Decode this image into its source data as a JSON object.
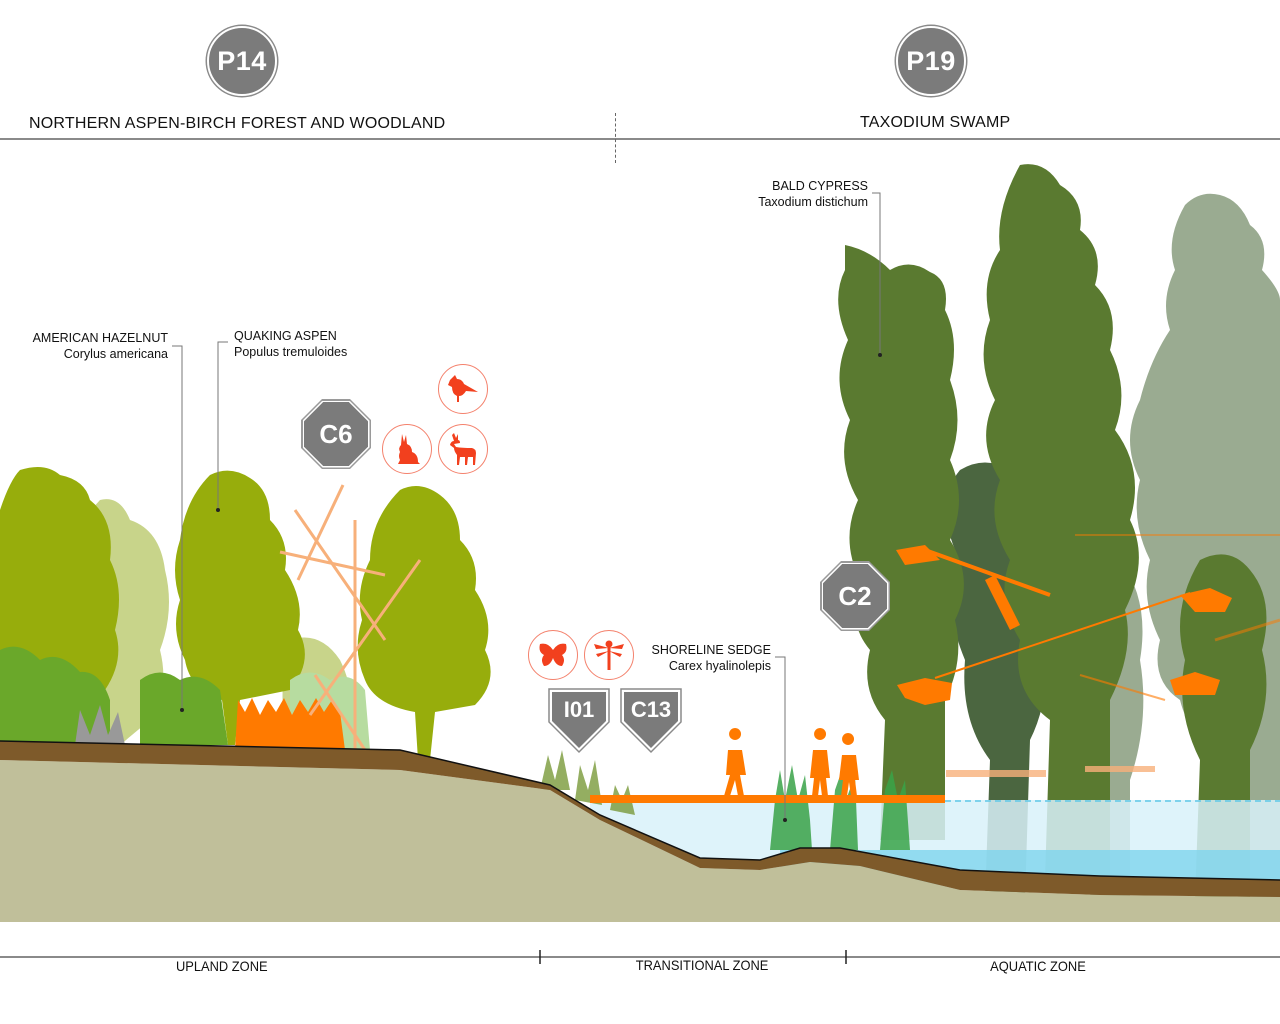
{
  "sections": [
    {
      "badge": "P14",
      "title": "NORTHERN ASPEN-BIRCH FOREST AND WOODLAND"
    },
    {
      "badge": "P19",
      "title": "TAXODIUM SWAMP"
    }
  ],
  "species_labels": [
    {
      "common": "AMERICAN HAZELNUT",
      "latin": "Corylus americana"
    },
    {
      "common": "QUAKING ASPEN",
      "latin": "Populus tremuloides"
    },
    {
      "common": "BALD CYPRESS",
      "latin": "Taxodium distichum"
    },
    {
      "common": "SHORELINE SEDGE",
      "latin": "Carex hyalinolepis"
    }
  ],
  "markers": {
    "octagons": [
      "C6",
      "C2"
    ],
    "shields": [
      "I01",
      "C13"
    ]
  },
  "wildlife_icons": [
    {
      "icon": "cardinal-bird-icon"
    },
    {
      "icon": "rabbit-icon"
    },
    {
      "icon": "deer-icon"
    },
    {
      "icon": "butterfly-icon"
    },
    {
      "icon": "dragonfly-icon"
    }
  ],
  "zones": [
    "UPLAND ZONE",
    "TRANSITIONAL ZONE",
    "AQUATIC ZONE"
  ],
  "colors": {
    "aspen_green": "#97ad0c",
    "pale_green": "#c8d48a",
    "shrub_green": "#6aa82a",
    "cypress_green": "#5a7a30",
    "dark_cypress": "#4b6640",
    "faded_cypress": "#9aab91",
    "accent_orange": "#ff7a00",
    "wildlife_red": "#f2401e",
    "soil_brown": "#7e5a2a",
    "subsoil": "#c0bf9a",
    "water_light": "#d8f1f9",
    "water_deep": "#7ed4ee",
    "badge_gray": "#7b7b7b"
  }
}
